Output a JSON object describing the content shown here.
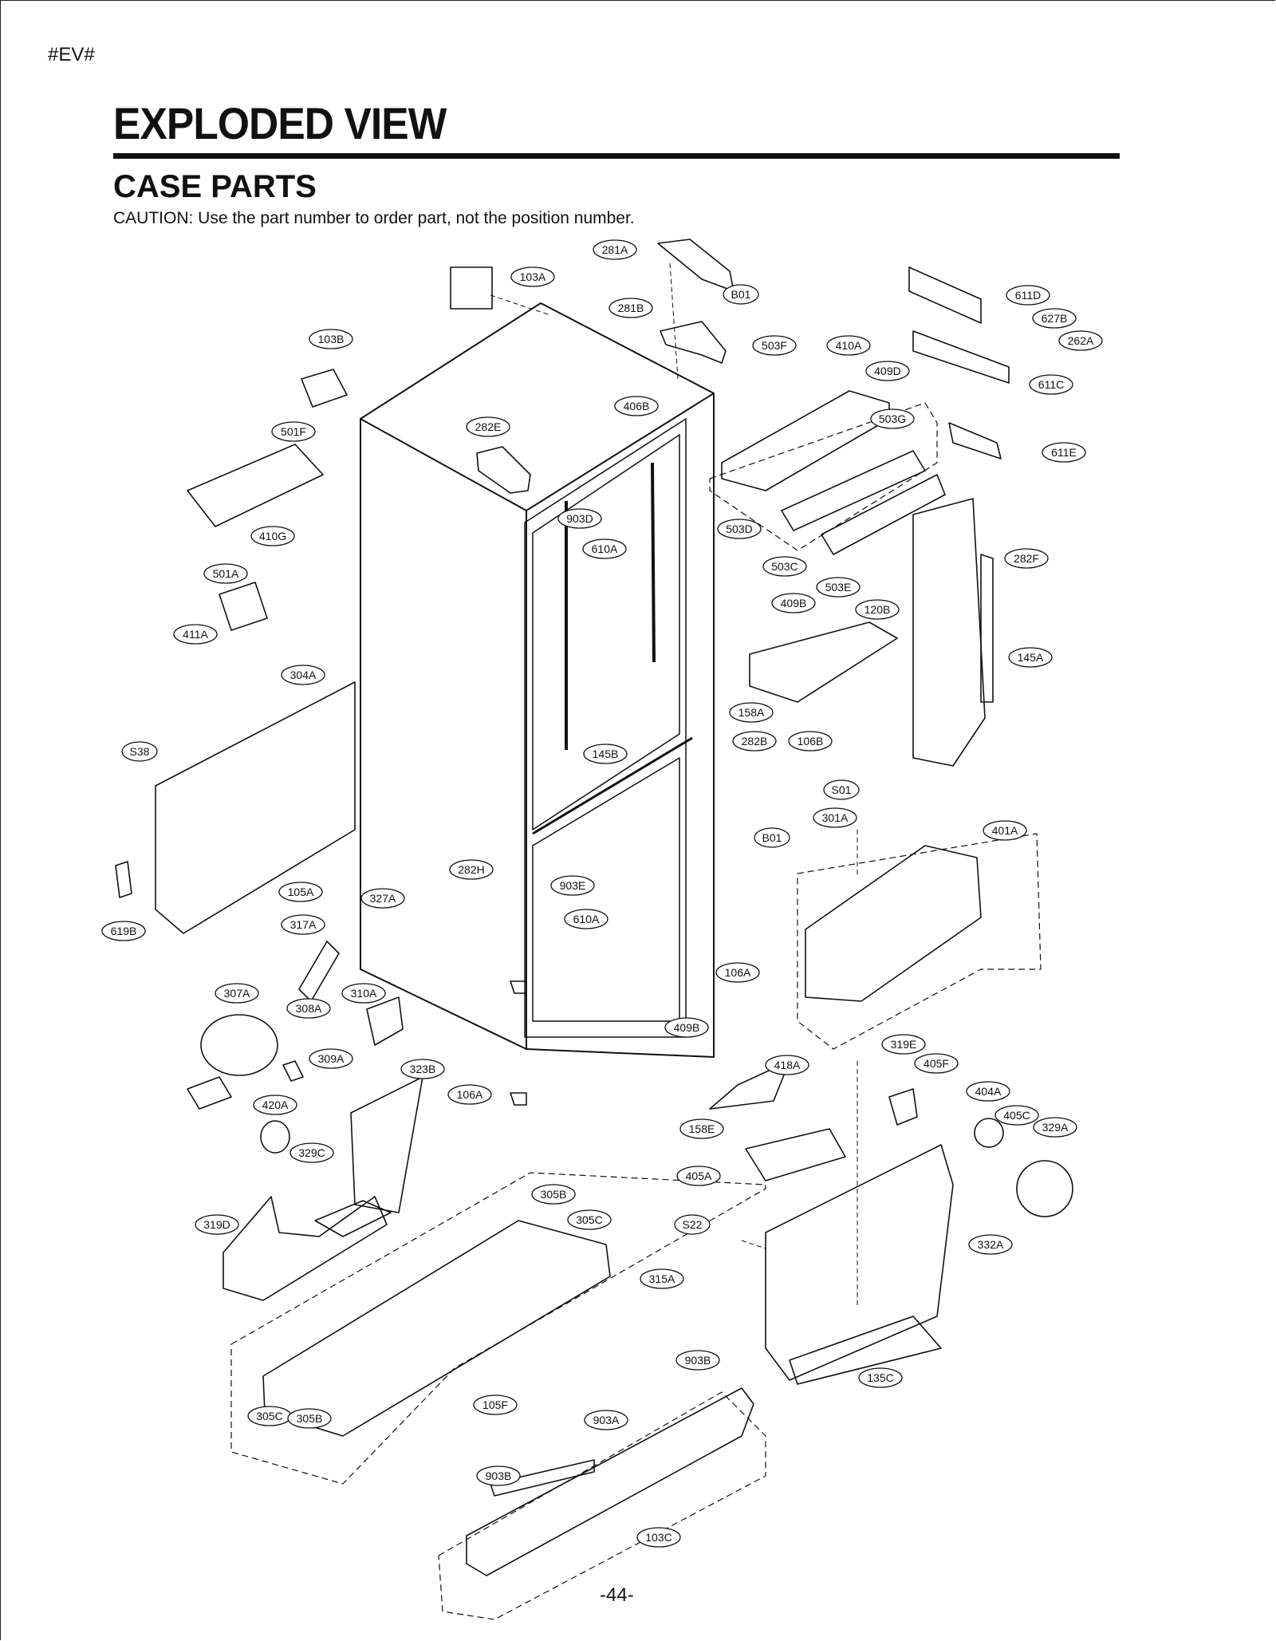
{
  "document": {
    "code": "#EV#",
    "title": "EXPLODED VIEW",
    "section": "CASE PARTS",
    "caution": "CAUTION: Use the part number to order part, not the position number.",
    "page_number": "-44-"
  },
  "part_labels": [
    "103A",
    "103B",
    "281A",
    "B01",
    "281B",
    "282E",
    "406B",
    "501F",
    "410G",
    "501A",
    "411A",
    "304A",
    "S38",
    "619B",
    "903D",
    "610A",
    "145B",
    "282H",
    "903E",
    "610A",
    "105A",
    "327A",
    "317A",
    "307A",
    "308A",
    "310A",
    "309A",
    "323B",
    "106A",
    "420A",
    "329C",
    "106A",
    "319D",
    "305B",
    "305C",
    "315A",
    "305C",
    "305B",
    "105F",
    "903B",
    "903A",
    "903B",
    "103C",
    "503F",
    "410A",
    "409D",
    "503G",
    "503D",
    "503C",
    "503E",
    "611D",
    "627B",
    "262A",
    "611C",
    "611E",
    "282F",
    "120B",
    "145A",
    "409B",
    "158A",
    "282B",
    "106B",
    "S01",
    "B01",
    "301A",
    "401A",
    "418A",
    "409B",
    "158E",
    "319E",
    "405F",
    "404A",
    "405C",
    "329A",
    "405A",
    "S22",
    "332A",
    "135C"
  ]
}
